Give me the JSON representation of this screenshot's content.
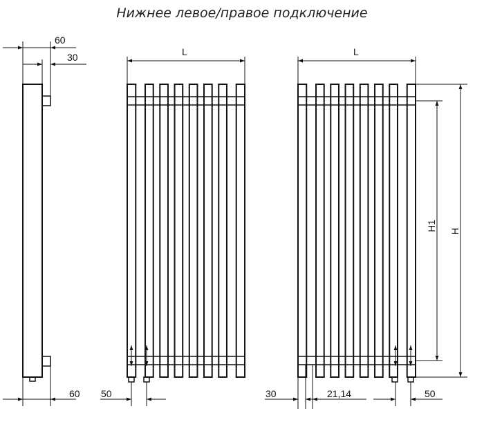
{
  "title": "Нижнее левое/правое подключение",
  "side_view": {
    "top_dim_1": "60",
    "top_dim_2": "30",
    "bottom_dim": "60"
  },
  "front_view_left": {
    "width_label": "L",
    "bottom_dim": "50",
    "section_count": 8
  },
  "front_view_right": {
    "width_label": "L",
    "height_label": "H",
    "height_label_1": "H1",
    "bottom_dim_left": "30",
    "bottom_dim_pitch": "21,14",
    "bottom_dim_right": "50",
    "section_count": 8
  }
}
